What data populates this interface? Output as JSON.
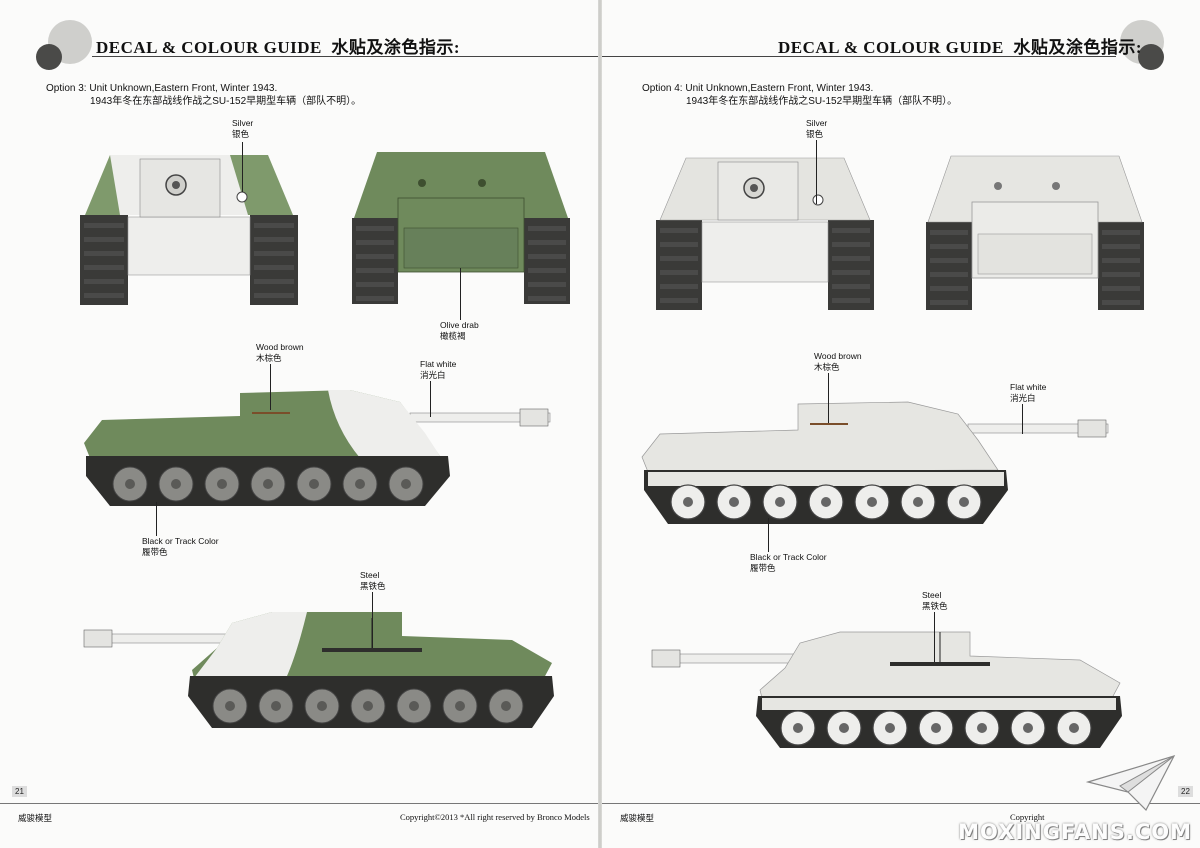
{
  "colors": {
    "olive": "#6f8a5c",
    "olive_dark": "#52683f",
    "white": "#eeeeec",
    "winter": "#dcdcd6",
    "track": "#3a3a38",
    "wheel": "#8a8a86"
  },
  "left": {
    "header": {
      "title": "DECAL & COLOUR GUIDE",
      "title_cn": "水贴及涂色指示:"
    },
    "option": {
      "line1": "Option 3: Unit Unknown,Eastern Front, Winter 1943.",
      "line2": "1943年冬在东部战线作战之SU-152早期型车辆（部队不明）。"
    },
    "labels": {
      "silver": "Silver",
      "silver_cn": "银色",
      "olive": "Olive drab",
      "olive_cn": "橄榄褐",
      "wood": "Wood brown",
      "wood_cn": "木棕色",
      "flatwhite": "Flat white",
      "flatwhite_cn": "消光白",
      "black": "Black or Track Color",
      "black_cn": "履带色",
      "steel": "Steel",
      "steel_cn": "黑铁色"
    },
    "page_number": "21",
    "footer_left": "威骏模型",
    "footer_right": "Copyright©2013  *All right reserved by Bronco Models"
  },
  "right": {
    "header": {
      "title": "DECAL & COLOUR GUIDE",
      "title_cn": "水贴及涂色指示:"
    },
    "option": {
      "line1": "Option 4: Unit Unknown,Eastern Front, Winter 1943.",
      "line2": "1943年冬在东部战线作战之SU-152早期型车辆（部队不明）。"
    },
    "labels": {
      "silver": "Silver",
      "silver_cn": "银色",
      "wood": "Wood brown",
      "wood_cn": "木棕色",
      "flatwhite": "Flat white",
      "flatwhite_cn": "消光白",
      "black": "Black or Track Color",
      "black_cn": "履带色",
      "steel": "Steel",
      "steel_cn": "黑铁色"
    },
    "page_number": "22",
    "footer_left": "威骏模型",
    "footer_right": "Copyright"
  },
  "watermark": "MOXINGFANS.COM"
}
